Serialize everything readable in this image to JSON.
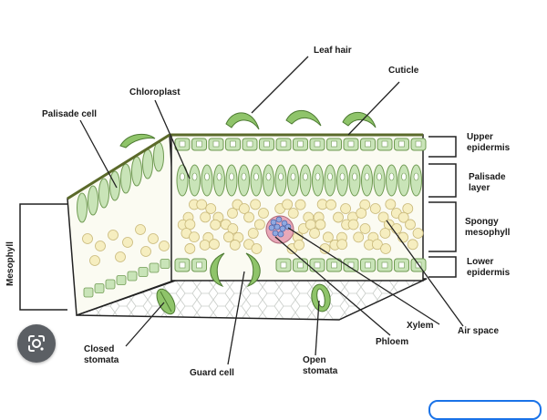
{
  "diagram": {
    "labels": {
      "leaf_hair": "Leaf hair",
      "cuticle": "Cuticle",
      "chloroplast": "Chloroplast",
      "palisade_cell": "Palisade cell",
      "upper_epidermis_1": "Upper",
      "upper_epidermis_2": "epidermis",
      "palisade_layer_1": "Palisade",
      "palisade_layer_2": "layer",
      "spongy_1": "Spongy",
      "spongy_2": "mesophyll",
      "lower_epidermis_1": "Lower",
      "lower_epidermis_2": "epidermis",
      "mesophyll": "Mesophyll",
      "xylem": "Xylem",
      "air_space": "Air space",
      "phloem": "Phloem",
      "closed_stomata_1": "Closed",
      "closed_stomata_2": "stomata",
      "guard_cell": "Guard cell",
      "open_stomata_1": "Open",
      "open_stomata_2": "stomata"
    },
    "colors": {
      "cell_green": "#c9e4b8",
      "cell_stroke": "#6f9a52",
      "hair_green": "#8fc46a",
      "spongy_cell": "#f6eec0",
      "xylem_blue": "#8fa8e0",
      "phloem_pink": "#e8a8b8",
      "outline": "#222222"
    }
  },
  "overlay": {
    "lens_icon": "google-lens-icon"
  }
}
